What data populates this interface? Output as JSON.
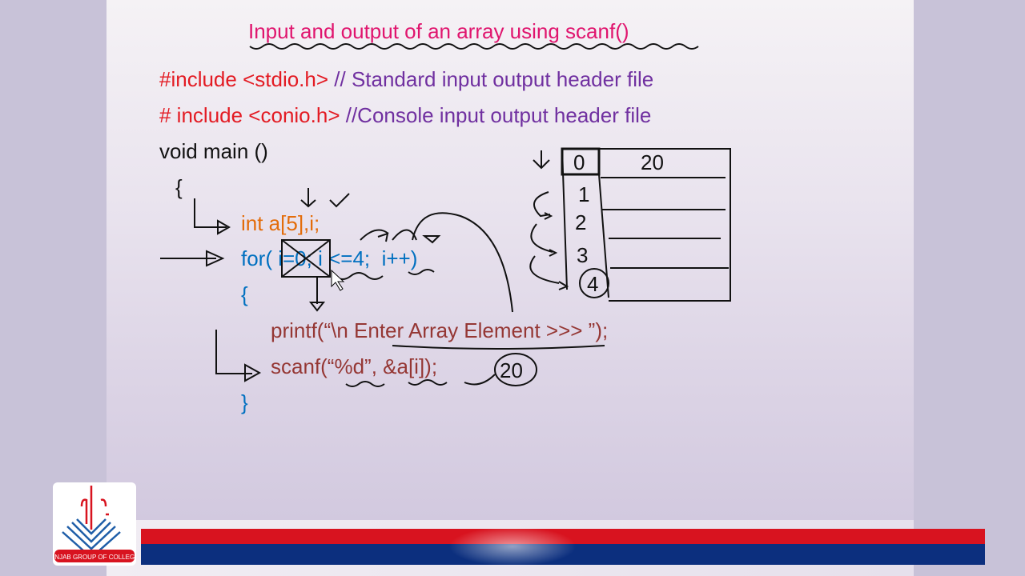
{
  "slide": {
    "title": "Input and output of an array using scanf()",
    "code": {
      "include1": "#include <stdio.h>",
      "comment1": " // Standard input output header file",
      "include2": "# include <conio.h>",
      "comment2": " //Console input output header file",
      "main": "void main ()",
      "open_brace": "{",
      "decl": "int a[5],i;",
      "for_loop": "for( i=0; i <=4;  i++)",
      "inner_open": "{",
      "printf": "printf(“\\n Enter Array Element >>> ”);",
      "scanf": "scanf(“%d”, &a[i]);",
      "inner_close": "}"
    },
    "annotations": {
      "scanf_value": "20",
      "array_indices": [
        "0",
        "1",
        "2",
        "3",
        "4"
      ],
      "array_values": [
        "20",
        "",
        "",
        "",
        ""
      ]
    }
  },
  "logo": {
    "text": "PUNJAB GROUP OF COLLEGES"
  },
  "colors": {
    "title": "#e0156e",
    "include": "#e31b23",
    "comment": "#7030a0",
    "decl": "#e36c0a",
    "loop": "#0070c0",
    "io": "#953734",
    "bar_red": "#d8131f",
    "bar_blue": "#0c2f7e"
  }
}
